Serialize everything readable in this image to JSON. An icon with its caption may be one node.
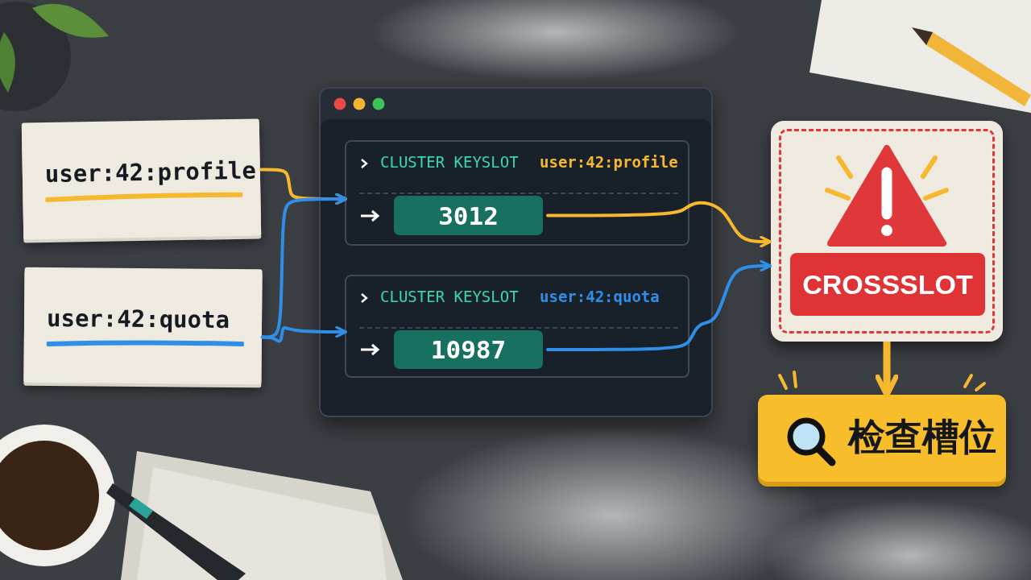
{
  "diagram": {
    "nodes": [
      {
        "text": [
          "user:42:profile"
        ]
      },
      {
        "text": [
          "user:42:quota"
        ]
      },
      {
        "text": [],
        "shape": "box"
      },
      {
        "text": [
          "CLUSTER KEYSLOT",
          "user:42:profile"
        ],
        "in": 2
      },
      {
        "text": [
          "3012"
        ],
        "in": 3
      },
      {
        "text": [
          "CLUSTER KEYSLOT",
          "user:42:quota"
        ],
        "in": 2
      },
      {
        "text": [
          "10987"
        ],
        "in": 5
      },
      {
        "text": [
          "CROSSSLOT"
        ]
      },
      {
        "text": [
          "检查槽位"
        ]
      }
    ],
    "edges": [
      {
        "from": 0,
        "to": 3,
        "arrow": "to",
        "color": "#f5b82e"
      },
      {
        "from": 1,
        "to": 3,
        "arrow": "to",
        "color": "#2f8fe8"
      },
      {
        "from": 1,
        "to": 5,
        "arrow": "to",
        "color": "#2f8fe8"
      },
      {
        "from": 4,
        "to": 7,
        "arrow": "to",
        "color": "#f5b82e"
      },
      {
        "from": 6,
        "to": 7,
        "arrow": "to",
        "color": "#2f8fe8"
      },
      {
        "from": 7,
        "to": 8,
        "arrow": "to",
        "style": "thick",
        "color": "#f5b82e"
      }
    ]
  }
}
